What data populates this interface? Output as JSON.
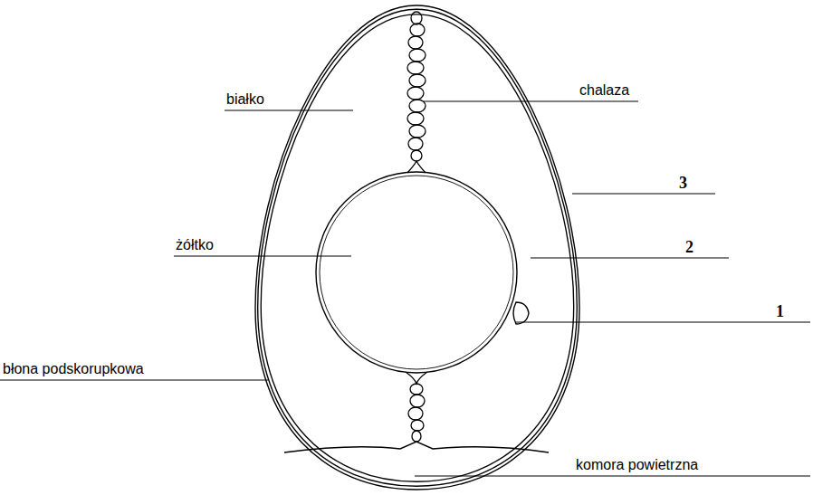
{
  "diagram": {
    "labels": [
      "białko",
      "chalaza",
      "3",
      "żółtko",
      "2",
      "1",
      "błona podskorupkowa",
      "komora powietrzna"
    ]
  }
}
